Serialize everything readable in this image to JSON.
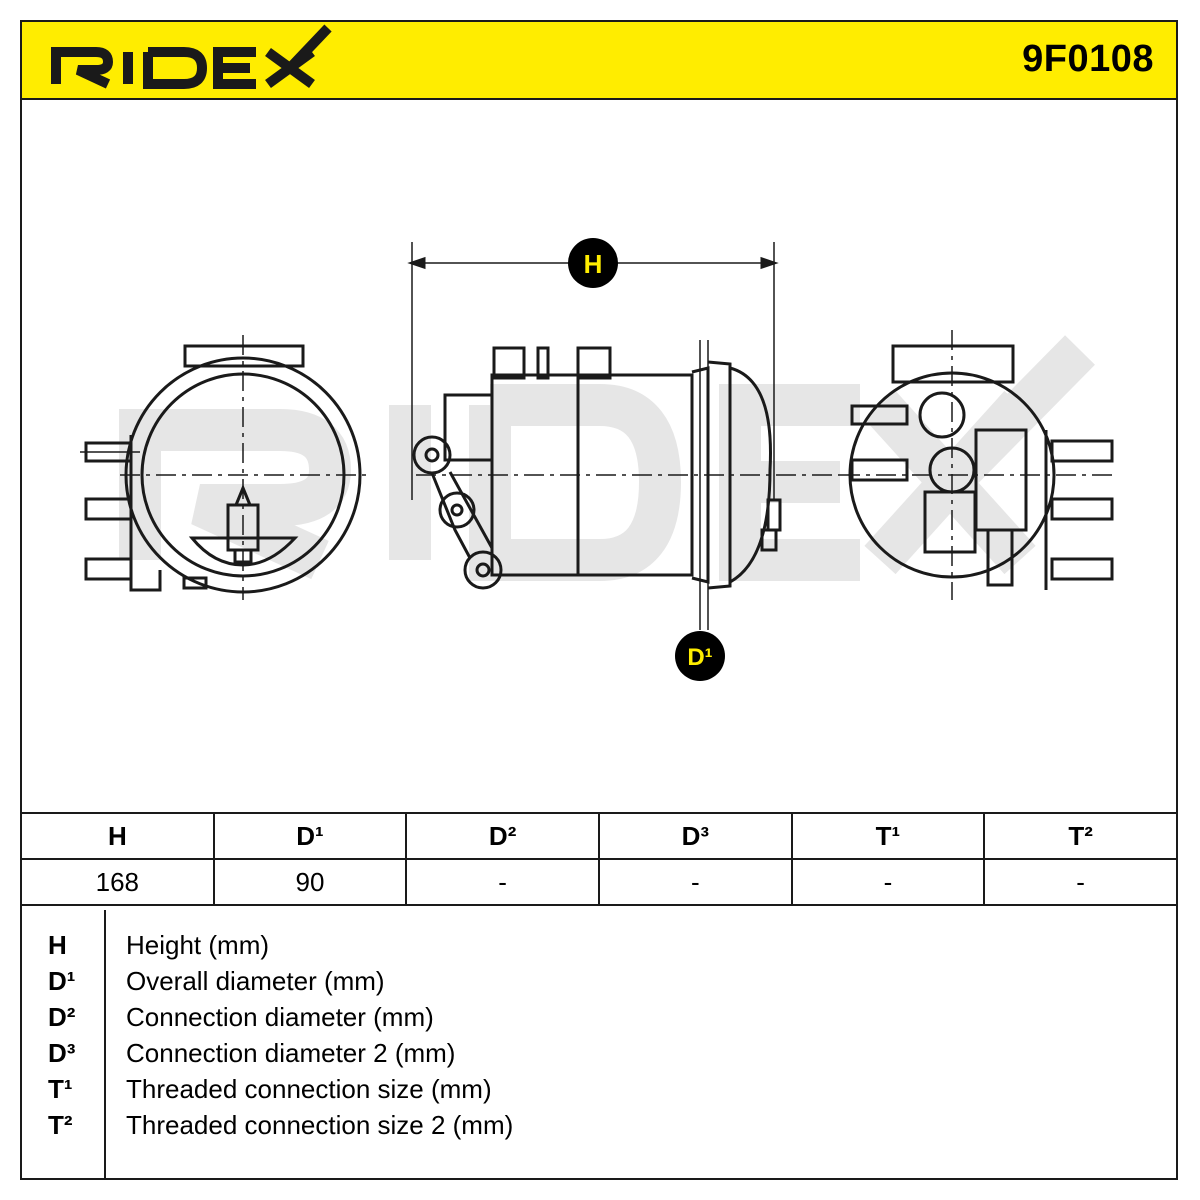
{
  "brand": {
    "logo_text": "RIDEX",
    "part_number": "9F0108"
  },
  "colors": {
    "accent": "#ffed00",
    "line": "#1a1a1a",
    "watermark": "#e6e6e6"
  },
  "drawing": {
    "callouts": {
      "height": "H",
      "diameter": "D¹"
    }
  },
  "dimensions": {
    "headers": [
      "H",
      "D¹",
      "D²",
      "D³",
      "T¹",
      "T²"
    ],
    "values": [
      "168",
      "90",
      "-",
      "-",
      "-",
      "-"
    ]
  },
  "legend": [
    {
      "symbol": "H",
      "description": "Height (mm)"
    },
    {
      "symbol": "D¹",
      "description": "Overall diameter (mm)"
    },
    {
      "symbol": "D²",
      "description": "Connection diameter (mm)"
    },
    {
      "symbol": "D³",
      "description": "Connection diameter 2 (mm)"
    },
    {
      "symbol": "T¹",
      "description": "Threaded connection size (mm)"
    },
    {
      "symbol": "T²",
      "description": "Threaded connection size 2 (mm)"
    }
  ]
}
